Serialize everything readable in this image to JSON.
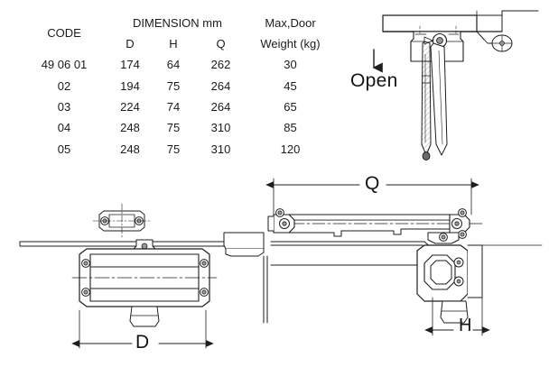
{
  "document": {
    "kind": "technical-drawing",
    "subject": "door-closer-dimension-sheet"
  },
  "table": {
    "header_row_1": {
      "code": "CODE",
      "dimension": "DIMENSION   mm",
      "max_door": "Max,Door"
    },
    "header_row_2": {
      "d": "D",
      "h": "H",
      "q": "Q",
      "weight": "Weight (kg)"
    },
    "rows": [
      {
        "code": "49 06 01",
        "d": "174",
        "h": "64",
        "q": "262",
        "weight": "30"
      },
      {
        "code": "02",
        "d": "194",
        "h": "75",
        "q": "264",
        "weight": "45"
      },
      {
        "code": "03",
        "d": "224",
        "h": "74",
        "q": "264",
        "weight": "65"
      },
      {
        "code": "04",
        "d": "248",
        "h": "75",
        "q": "310",
        "weight": "85"
      },
      {
        "code": "05",
        "d": "248",
        "h": "75",
        "q": "310",
        "weight": "120"
      }
    ]
  },
  "labels": {
    "open": "Open",
    "dim_d": "D",
    "dim_q": "Q",
    "dim_h": "H"
  },
  "colors": {
    "line": "#2b2b2b",
    "text": "#1a1a1a",
    "background": "#ffffff",
    "hatch": "#6e6e6e"
  }
}
